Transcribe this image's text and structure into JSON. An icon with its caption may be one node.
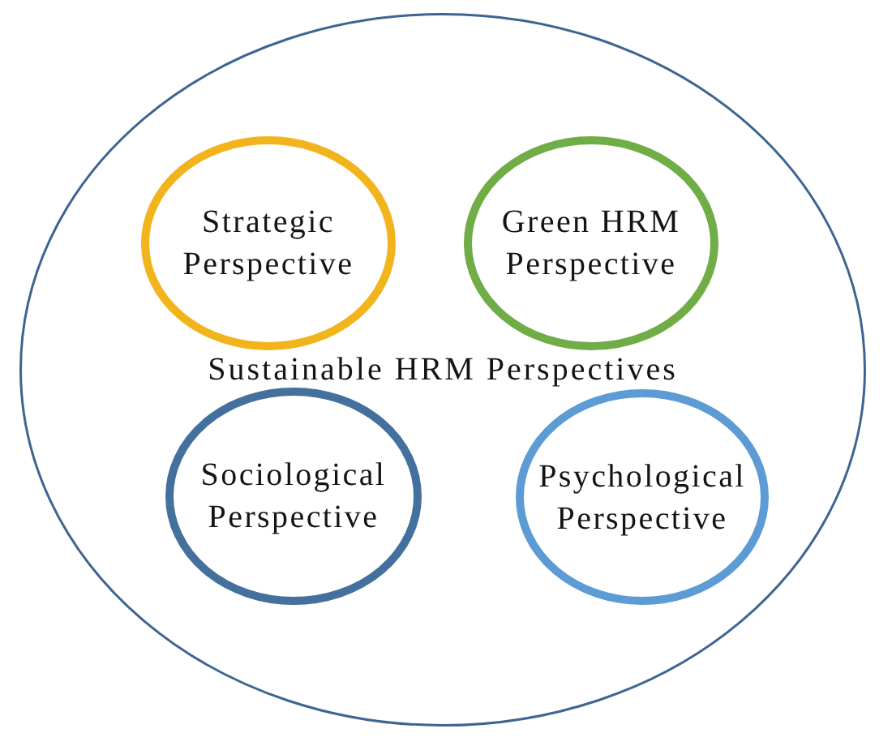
{
  "diagram": {
    "nodes": [
      {
        "text": [
          "Sustainable HRM Perspectives"
        ]
      },
      {
        "text": [
          "Strategic Perspective"
        ],
        "in": 0
      },
      {
        "text": [
          "Green HRM Perspective"
        ],
        "in": 0
      },
      {
        "text": [
          "Sociological Perspective"
        ],
        "in": 0
      },
      {
        "text": [
          "Psychological Perspective"
        ],
        "in": 0
      }
    ]
  }
}
